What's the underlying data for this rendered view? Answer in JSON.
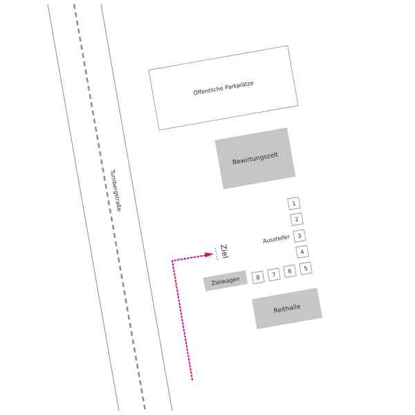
{
  "map": {
    "road": {
      "name": "Turnbergstraße"
    },
    "areas": {
      "parking": "Öffentliche Parkplätze",
      "catering_tent": "Bewirtungszelt",
      "riding_hall": "Reithalle",
      "finish_vehicle": "Zielwagen"
    },
    "exhibitors": {
      "label": "Aussteller",
      "booths": [
        "1",
        "2",
        "3",
        "4",
        "5",
        "6",
        "7",
        "8"
      ]
    },
    "finish": {
      "label": "Ziel"
    },
    "colors": {
      "route": "#e6007e",
      "building_fill": "#c6c6c6",
      "outline": "#8a8a8a",
      "road": "#8c8c8c"
    }
  }
}
